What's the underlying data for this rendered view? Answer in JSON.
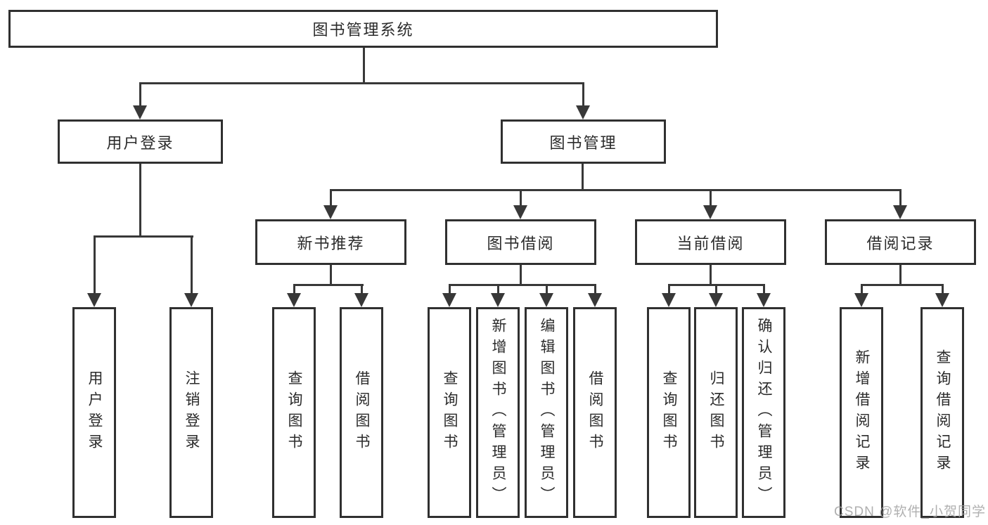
{
  "tree": {
    "root": {
      "label": "图书管理系统"
    },
    "children": [
      {
        "label": "用户登录",
        "children": [
          {
            "label": "用户登录"
          },
          {
            "label": "注销登录"
          }
        ]
      },
      {
        "label": "图书管理",
        "children": [
          {
            "label": "新书推荐",
            "children": [
              {
                "label": "查询图书"
              },
              {
                "label": "借阅图书"
              }
            ]
          },
          {
            "label": "图书借阅",
            "children": [
              {
                "label": "查询图书"
              },
              {
                "label": "新增图书（管理员）"
              },
              {
                "label": "编辑图书（管理员）"
              },
              {
                "label": "借阅图书"
              }
            ]
          },
          {
            "label": "当前借阅",
            "children": [
              {
                "label": "查询图书"
              },
              {
                "label": "归还图书"
              },
              {
                "label": "确认归还（管理员）"
              }
            ]
          },
          {
            "label": "借阅记录",
            "children": [
              {
                "label": "新增借阅记录"
              },
              {
                "label": "查询借阅记录"
              }
            ]
          }
        ]
      }
    ]
  },
  "watermark": {
    "text": "CSDN @软件_小贺同学"
  },
  "colors": {
    "line": "#383838",
    "border": "#303030",
    "text": "#2b2b2b",
    "bg": "#ffffff",
    "watermark": "#a3a3a3"
  }
}
